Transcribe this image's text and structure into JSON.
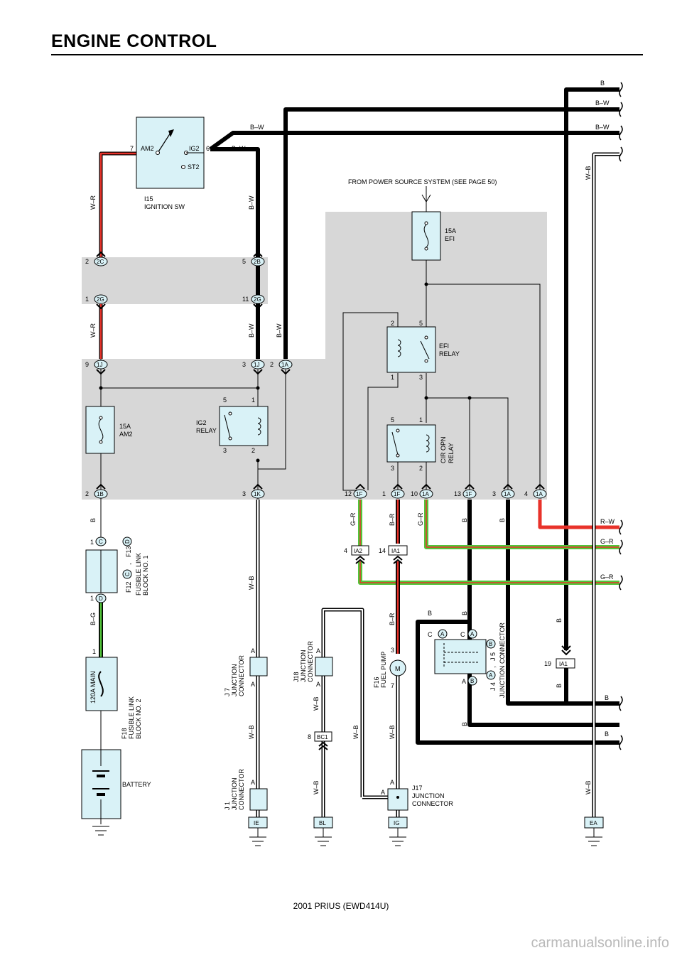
{
  "title": "ENGINE CONTROL",
  "footer": "2001 PRIUS (EWD414U)",
  "watermark": "carmanualsonline.info",
  "colors": {
    "red": "#e8322a",
    "green": "#52c63a",
    "shade": "#d7d7d7",
    "component_fill": "#d9f2f7",
    "wire_black": "#000000"
  },
  "power_note": "FROM POWER SOURCE SYSTEM (SEE PAGE 50)",
  "components": {
    "ignition_sw": {
      "id": "I15",
      "name": "IGNITION SW",
      "terminals": {
        "am2": "AM2",
        "ig2": "IG2",
        "st2": "ST2",
        "pin7": "7",
        "pin6": "6"
      }
    },
    "fuse_efi": {
      "rating": "15A",
      "name": "EFI"
    },
    "fuse_am2": {
      "rating": "15A",
      "name": "AM2"
    },
    "efi_relay": {
      "name1": "EFI",
      "name2": "RELAY",
      "pins": [
        "2",
        "5",
        "1",
        "3"
      ]
    },
    "cir_opn_relay": {
      "name1": "CIR OPN",
      "name2": "RELAY",
      "pins": [
        "5",
        "1",
        "3",
        "2"
      ]
    },
    "ig2_relay": {
      "name1": "IG2",
      "name2": "RELAY",
      "pins": [
        "5",
        "1",
        "3",
        "2"
      ]
    },
    "fusible_link_1": {
      "ids": "F12",
      "ids2": "F13",
      "sep": ",",
      "name1": "FUSIBLE LINK",
      "name2": "BLOCK NO. 1",
      "pin_c": "C",
      "pin_d": "D",
      "pin1a": "1",
      "pin1b": "1"
    },
    "fusible_link_2": {
      "id": "F18",
      "name1": "FUSIBLE LINK",
      "name2": "BLOCK NO. 2",
      "rating": "120A MAIN",
      "pin": "1"
    },
    "battery": {
      "name": "BATTERY"
    },
    "j7": {
      "id": "J 7",
      "name1": "JUNCTION",
      "name2": "CONNECTOR",
      "pin": "A"
    },
    "j18": {
      "id": "J18",
      "name1": "JUNCTION",
      "name2": "CONNECTOR",
      "pin": "A"
    },
    "j1": {
      "id": "J 1",
      "name1": "JUNCTION",
      "name2": "CONNECTOR",
      "pin": "A"
    },
    "j17": {
      "id": "J17",
      "name1": "JUNCTION",
      "name2": "CONNECTOR",
      "pin": "A"
    },
    "fuel_pump": {
      "id": "F16",
      "name": "FUEL PUMP",
      "symbol": "M",
      "pin3": "3",
      "pin7": "7"
    },
    "j4j5": {
      "id_a": "J 4",
      "id_b": "J 5",
      "name": "JUNCTION CONNECTOR",
      "pin_a": "A",
      "pin_b": "B",
      "pin_c": "C",
      "sep": ","
    }
  },
  "connectors": {
    "c2C": {
      "pin": "2",
      "code": "2C"
    },
    "c2B": {
      "pin": "5",
      "code": "2B"
    },
    "c2G_l": {
      "pin": "1",
      "code": "2G"
    },
    "c2G_r": {
      "pin": "11",
      "code": "2G"
    },
    "c1J_l": {
      "pin": "9",
      "code": "1J"
    },
    "c1J_r": {
      "pin": "3",
      "code": "1J"
    },
    "c1A_t": {
      "pin": "2",
      "code": "1A"
    },
    "c1B": {
      "pin": "2",
      "code": "1B"
    },
    "c1K": {
      "pin": "3",
      "code": "1K"
    },
    "c1F_a": {
      "pin": "12",
      "code": "1F"
    },
    "c1F_b": {
      "pin": "1",
      "code": "1F"
    },
    "c1A_a": {
      "pin": "10",
      "code": "1A"
    },
    "c1F_c": {
      "pin": "13",
      "code": "1F"
    },
    "c1A_b": {
      "pin": "3",
      "code": "1A"
    },
    "c1A_c": {
      "pin": "4",
      "code": "1A"
    },
    "cIA2": {
      "pin": "4",
      "code": "IA2"
    },
    "cIA1": {
      "pin": "14",
      "code": "IA1"
    },
    "cIA1_r": {
      "pin": "19",
      "code": "IA1"
    },
    "cBC1": {
      "pin": "8",
      "code": "BC1"
    }
  },
  "grounds": {
    "ie": "IE",
    "bl": "BL",
    "ig": "IG",
    "ea": "EA"
  },
  "wires": {
    "b": "B",
    "bw": "B–W",
    "wb": "W–B",
    "wr": "W–R",
    "rw": "R–W",
    "gr": "G–R",
    "br": "B–R",
    "bg": "B–G"
  }
}
